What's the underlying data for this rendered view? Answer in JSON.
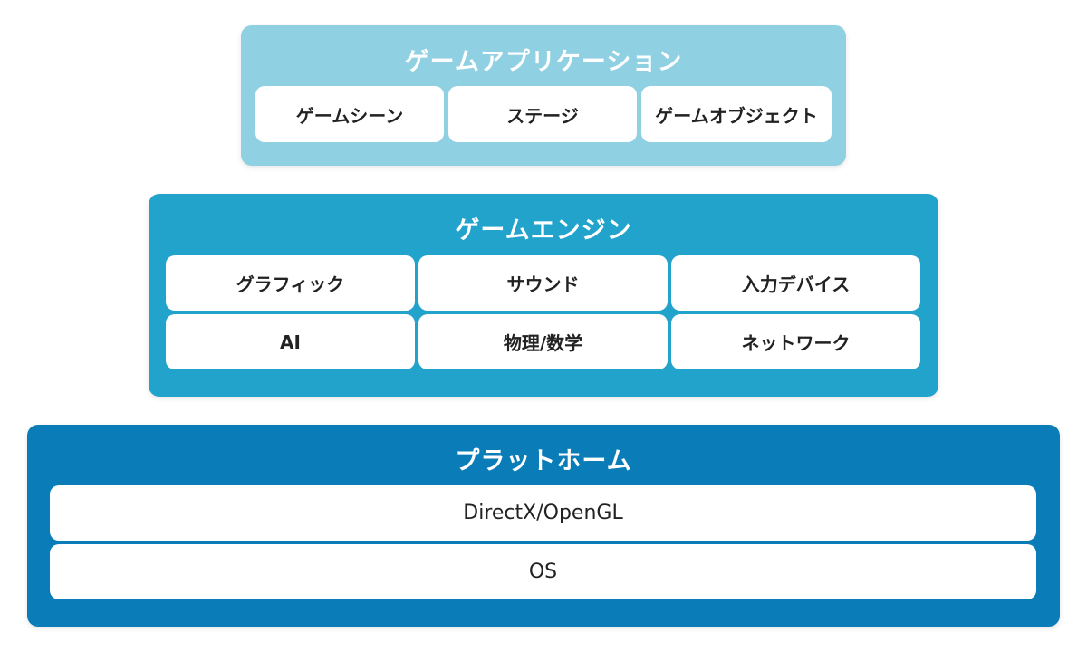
{
  "colors": {
    "application": "#8fd0e2",
    "engine": "#22a3cc",
    "platform": "#0a7db9",
    "cell": "#ffffff",
    "cell_text": "#222222"
  },
  "layers": {
    "application": {
      "title": "ゲームアプリケーション",
      "items": [
        "ゲームシーン",
        "ステージ",
        "ゲームオブジェクト"
      ]
    },
    "engine": {
      "title": "ゲームエンジン",
      "items": [
        "グラフィック",
        "サウンド",
        "入力デバイス",
        "AI",
        "物理/数学",
        "ネットワーク"
      ]
    },
    "platform": {
      "title": "プラットホーム",
      "items": [
        "DirectX/OpenGL",
        "OS"
      ]
    }
  }
}
